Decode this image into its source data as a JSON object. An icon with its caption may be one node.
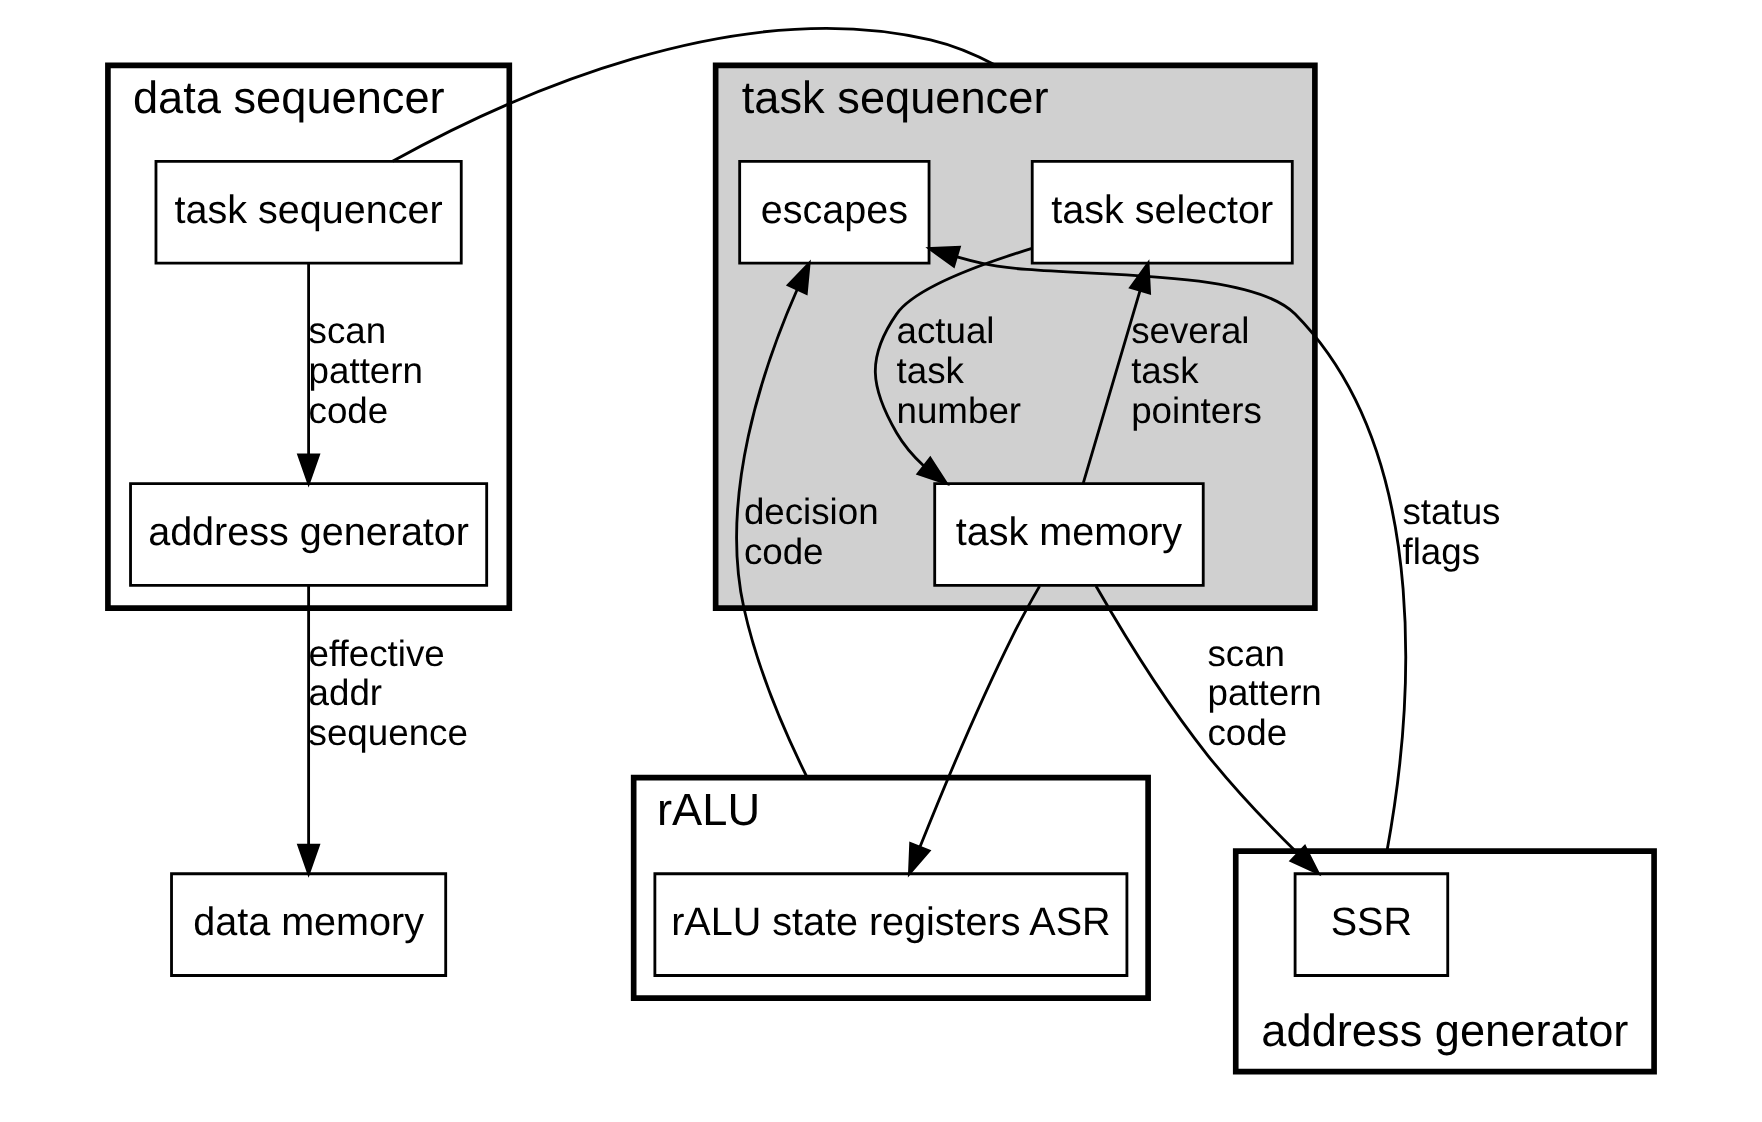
{
  "diagram": {
    "nodes": [
      {
        "text": [
          "data sequencer"
        ]
      },
      {
        "text": [
          "task sequencer"
        ],
        "in": 0
      },
      {
        "text": [
          "address generator"
        ],
        "in": 0
      },
      {
        "text": [
          "data memory"
        ]
      },
      {
        "text": [
          "task sequencer"
        ]
      },
      {
        "text": [
          "task selector"
        ],
        "in": 4
      },
      {
        "text": [
          "escapes"
        ],
        "in": 4
      },
      {
        "text": [
          "task memory"
        ],
        "in": 4
      },
      {
        "text": [
          "rALU"
        ]
      },
      {
        "text": [
          "rALU state registers ASR"
        ],
        "in": 8
      },
      {
        "text": [
          "address generator"
        ]
      },
      {
        "text": [
          "SSR"
        ],
        "in": 10
      }
    ],
    "edges": [
      {
        "from": 1,
        "to": 2,
        "arrow": "to",
        "label": "scan pattern code"
      },
      {
        "from": 2,
        "to": 3,
        "arrow": "to",
        "label": "effective addr sequence"
      },
      {
        "from": 1,
        "to": 4,
        "arrow": "none"
      },
      {
        "from": 5,
        "to": 7,
        "arrow": "to",
        "label": "actual task number"
      },
      {
        "from": 7,
        "to": 5,
        "arrow": "to",
        "label": "several task pointers"
      },
      {
        "from": 8,
        "to": 6,
        "arrow": "to",
        "label": "decision code"
      },
      {
        "from": 7,
        "to": 9,
        "arrow": "to"
      },
      {
        "from": 7,
        "to": 11,
        "arrow": "to",
        "label": "scan pattern code"
      },
      {
        "from": 10,
        "to": 6,
        "arrow": "to",
        "label": "status flags"
      }
    ]
  }
}
